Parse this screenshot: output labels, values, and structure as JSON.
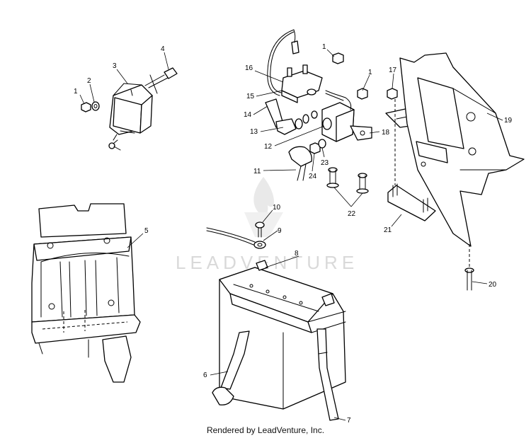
{
  "watermark": {
    "text": "LEADVENTURE"
  },
  "footer": {
    "credit": "Rendered by LeadVenture, Inc."
  },
  "callouts": {
    "c1a": "1",
    "c2": "2",
    "c3": "3",
    "c4": "4",
    "c5": "5",
    "c6": "6",
    "c7": "7",
    "c8": "8",
    "c9": "9",
    "c10": "10",
    "c11": "11",
    "c12": "12",
    "c13": "13",
    "c14": "14",
    "c15": "15",
    "c16": "16",
    "c1b": "1",
    "c1c": "1",
    "c17": "17",
    "c18": "18",
    "c19": "19",
    "c20": "20",
    "c21": "21",
    "c22": "22",
    "c23": "23",
    "c24": "24"
  }
}
